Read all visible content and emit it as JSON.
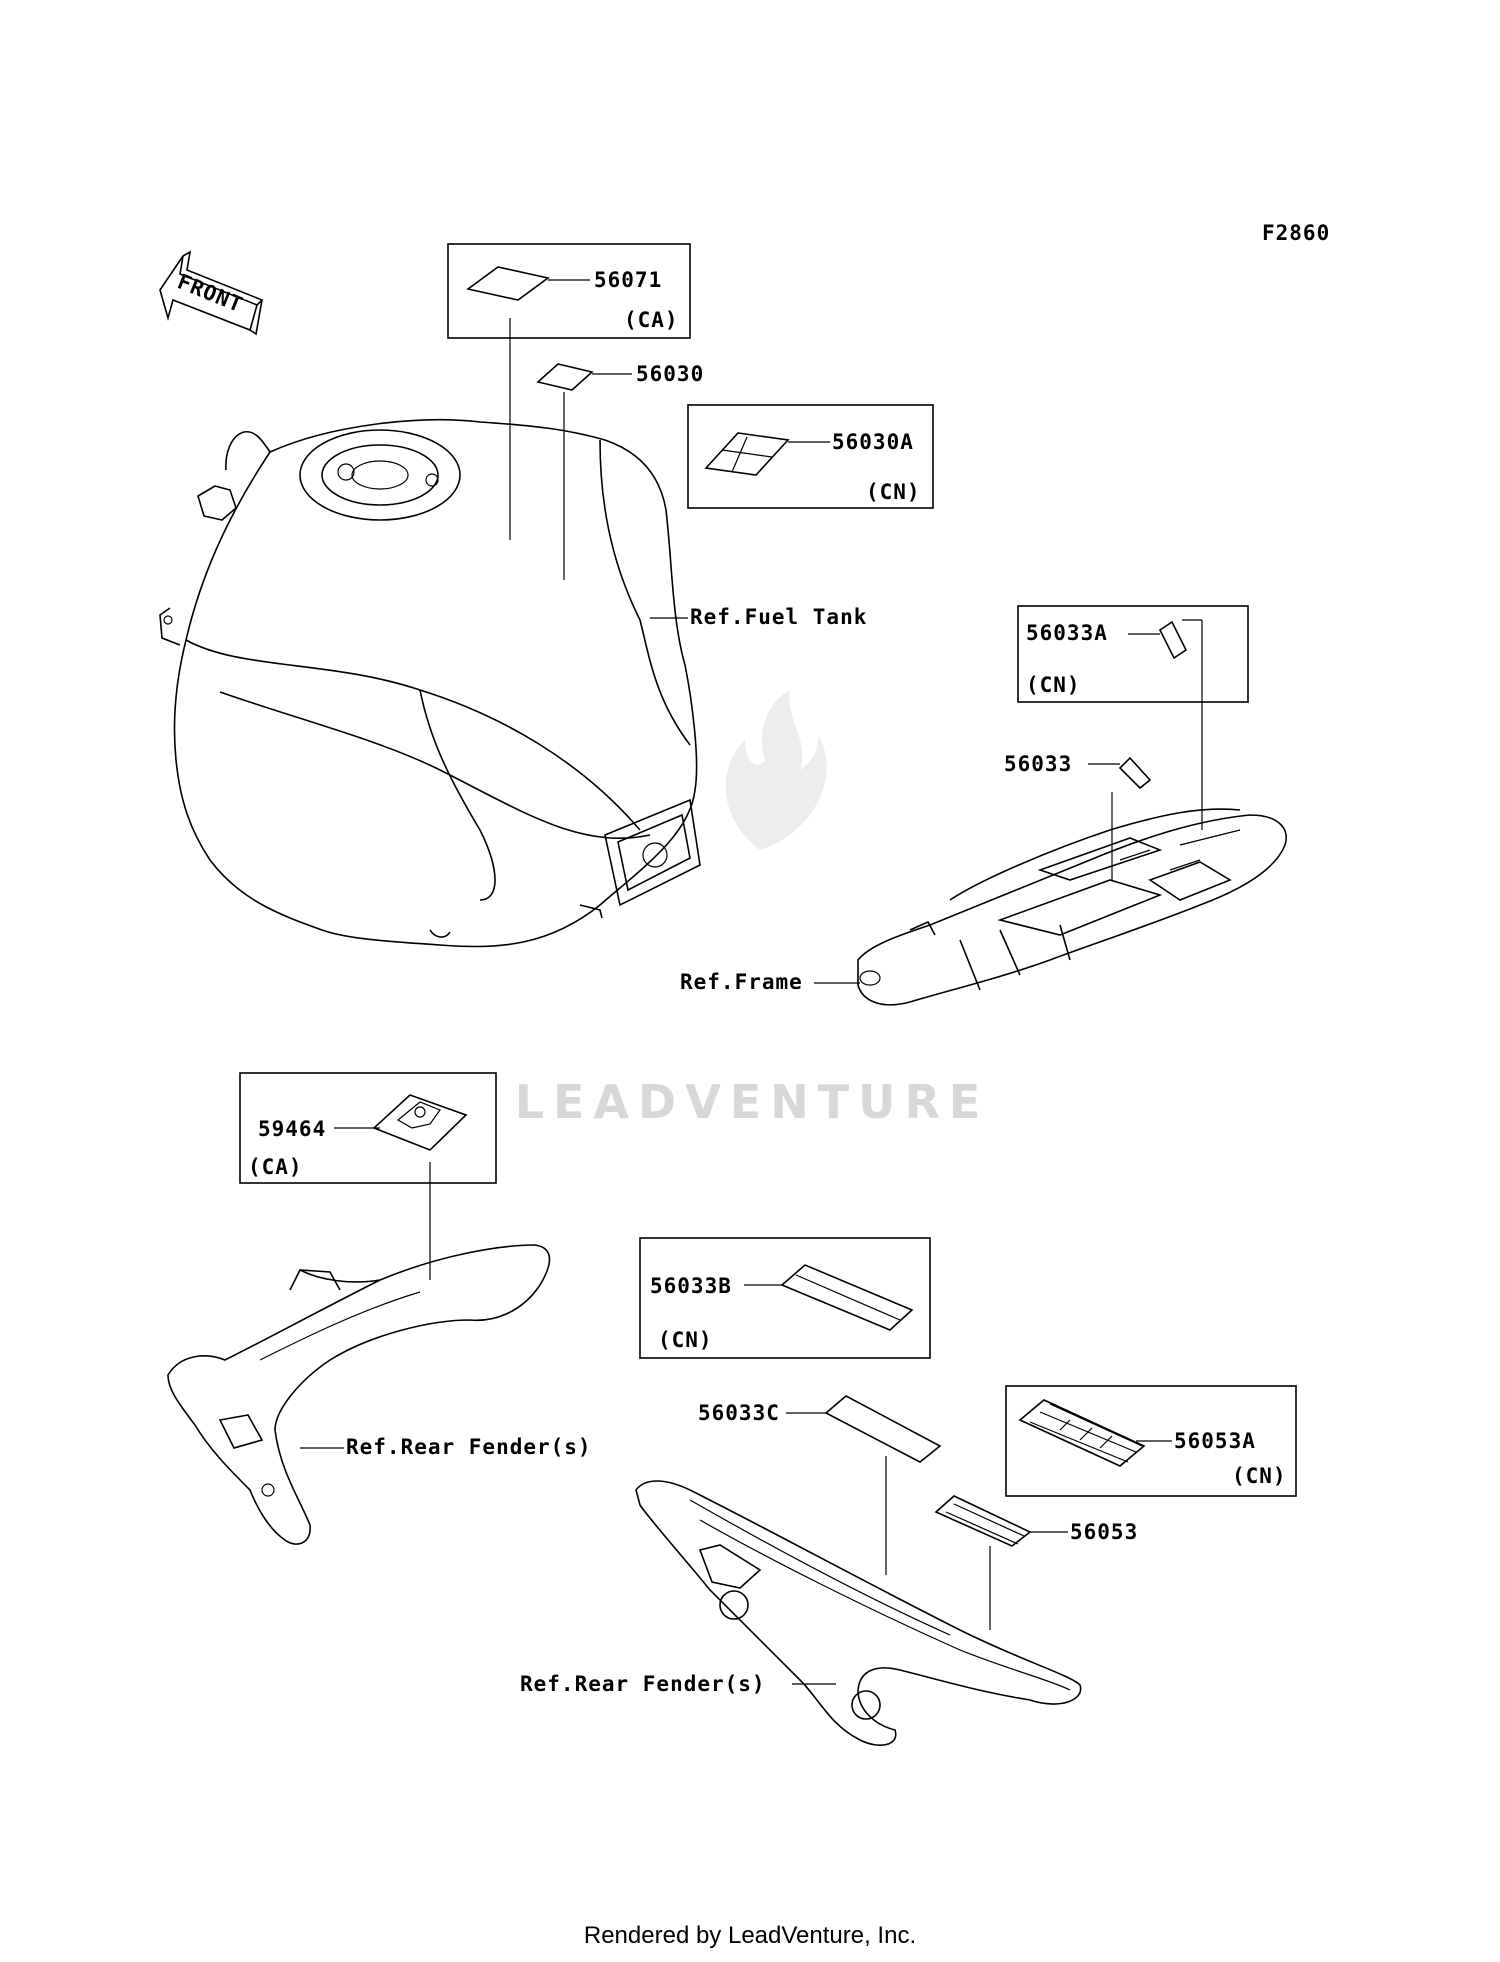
{
  "diagram_code": "F2860",
  "front_label": "FRONT",
  "watermark": "LEADVENTURE",
  "footer": "Rendered by LeadVenture, Inc.",
  "parts": {
    "p56071": {
      "number": "56071",
      "region": "(CA)"
    },
    "p56030": {
      "number": "56030"
    },
    "p56030A": {
      "number": "56030A",
      "region": "(CN)"
    },
    "p56033A": {
      "number": "56033A",
      "region": "(CN)"
    },
    "p56033": {
      "number": "56033"
    },
    "p59464": {
      "number": "59464",
      "region": "(CA)"
    },
    "p56033B": {
      "number": "56033B",
      "region": "(CN)"
    },
    "p56033C": {
      "number": "56033C"
    },
    "p56053A": {
      "number": "56053A",
      "region": "(CN)"
    },
    "p56053": {
      "number": "56053"
    }
  },
  "references": {
    "fuel_tank": "Ref.Fuel Tank",
    "frame": "Ref.Frame",
    "rear_fender_left": "Ref.Rear Fender(s)",
    "rear_fender_right": "Ref.Rear Fender(s)"
  }
}
